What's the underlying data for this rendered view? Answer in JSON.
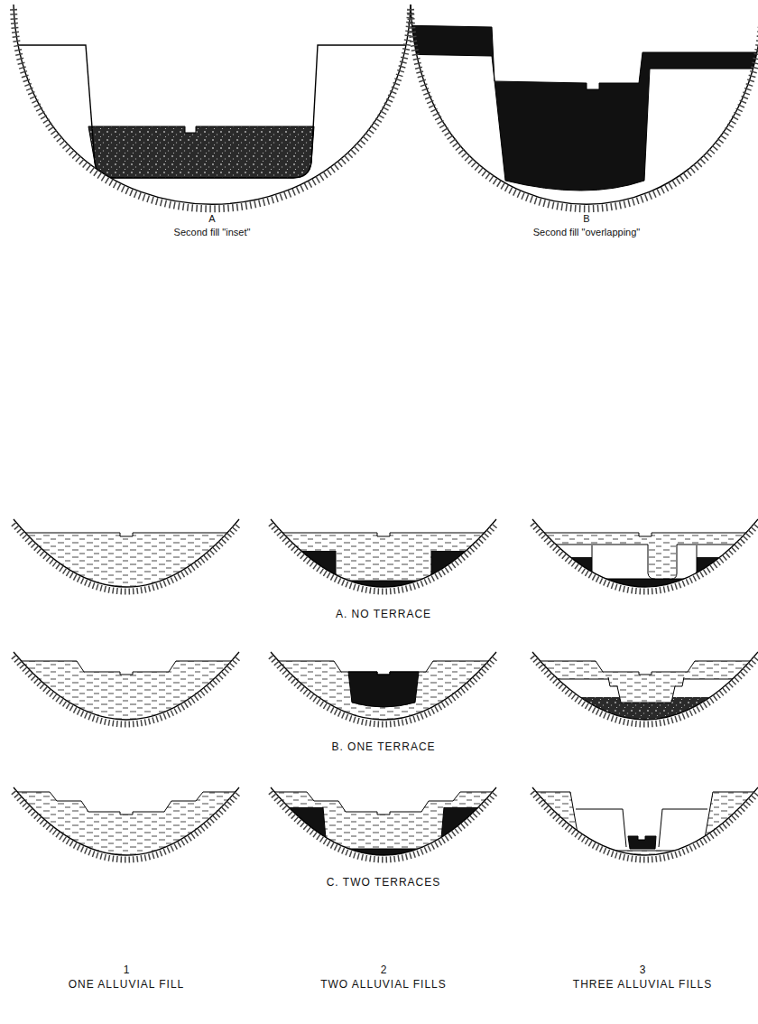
{
  "diagram": {
    "labels": [
      "A",
      "Second fill \"inset\"",
      "B",
      "Second fill \"overlapping\"",
      "A. NO TERRACE",
      "B. ONE TERRACE",
      "C. TWO TERRACES",
      "1",
      "ONE ALLUVIAL FILL",
      "2",
      "TWO ALLUVIAL FILLS",
      "3",
      "THREE ALLUVIAL FILLS"
    ]
  }
}
